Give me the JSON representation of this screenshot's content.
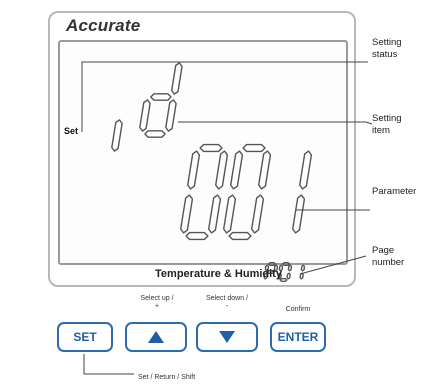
{
  "brand": "Accurate",
  "lcd": {
    "set_indicator": "Set",
    "item_digits": "id",
    "parameter_digits": "001",
    "page_number": "P01"
  },
  "footer": "Temperature & Humidity",
  "callouts": {
    "setting_status": [
      "Setting",
      "status"
    ],
    "setting_item": [
      "Setting",
      "item"
    ],
    "parameter": "Parameter",
    "page_number": [
      "Page",
      "number"
    ]
  },
  "buttons": {
    "set": {
      "label": "SET"
    },
    "up": {
      "caption": [
        "Select up /",
        "+"
      ],
      "icon": "up-triangle-icon"
    },
    "down": {
      "caption": [
        "Select down /",
        "-"
      ],
      "icon": "down-triangle-icon"
    },
    "enter": {
      "label": "ENTER",
      "caption": "Confirm"
    }
  },
  "set_caption": "Set / Return / Shift",
  "colors": {
    "button_blue": "#2b6cb0",
    "segment": "#555555",
    "frame": "#b8b8b8"
  }
}
